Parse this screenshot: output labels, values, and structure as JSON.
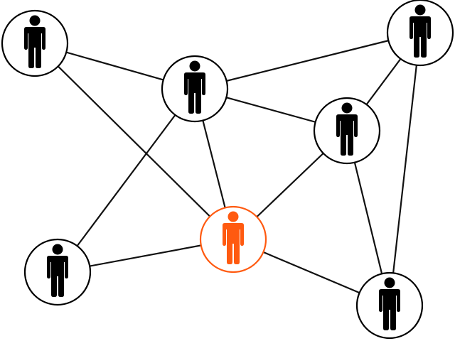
{
  "colors": {
    "default": "#000000",
    "highlight": "#ff5a10",
    "edge": "#111111",
    "background": "#ffffff"
  },
  "nodes": [
    {
      "id": "n1",
      "icon": "person-icon",
      "highlighted": false
    },
    {
      "id": "n2",
      "icon": "person-icon",
      "highlighted": false
    },
    {
      "id": "n3",
      "icon": "person-icon",
      "highlighted": false
    },
    {
      "id": "n4",
      "icon": "person-icon",
      "highlighted": false
    },
    {
      "id": "n5",
      "icon": "person-icon",
      "highlighted": true
    },
    {
      "id": "n6",
      "icon": "person-icon",
      "highlighted": false
    },
    {
      "id": "n7",
      "icon": "person-icon",
      "highlighted": false
    }
  ],
  "edges": [
    [
      "n1",
      "n2"
    ],
    [
      "n1",
      "n5"
    ],
    [
      "n2",
      "n3"
    ],
    [
      "n2",
      "n4"
    ],
    [
      "n2",
      "n5"
    ],
    [
      "n2",
      "n6"
    ],
    [
      "n3",
      "n4"
    ],
    [
      "n3",
      "n7"
    ],
    [
      "n4",
      "n5"
    ],
    [
      "n4",
      "n7"
    ],
    [
      "n5",
      "n6"
    ],
    [
      "n5",
      "n7"
    ]
  ]
}
